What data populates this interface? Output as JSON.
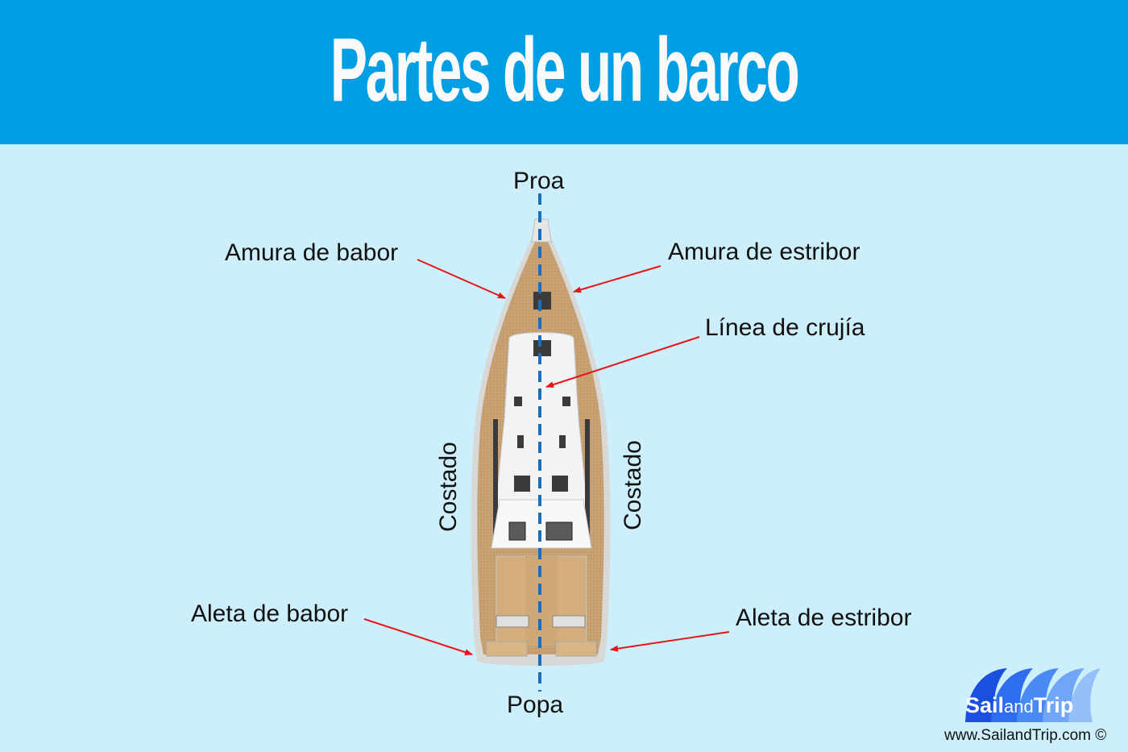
{
  "header": {
    "title": "Partes de un barco"
  },
  "labels": {
    "proa": "Proa",
    "popa": "Popa",
    "amura_babor": "Amura de babor",
    "amura_estribor": "Amura de estribor",
    "linea_crujia": "Línea de crujía",
    "costado_left": "Costado",
    "costado_right": "Costado",
    "aleta_babor": "Aleta de babor",
    "aleta_estribor": "Aleta de estribor"
  },
  "logo": {
    "sail": "Sail",
    "and": "and",
    "trip": "Trip",
    "website": "www.SailandTrip.com ©"
  },
  "colors": {
    "header_bg": "#009ee2",
    "background": "#cdeefb",
    "arrow": "#e8141a",
    "centerline": "#1a6fb8",
    "deck_teak": "#c9a273",
    "cabin": "#f1f3f4"
  }
}
